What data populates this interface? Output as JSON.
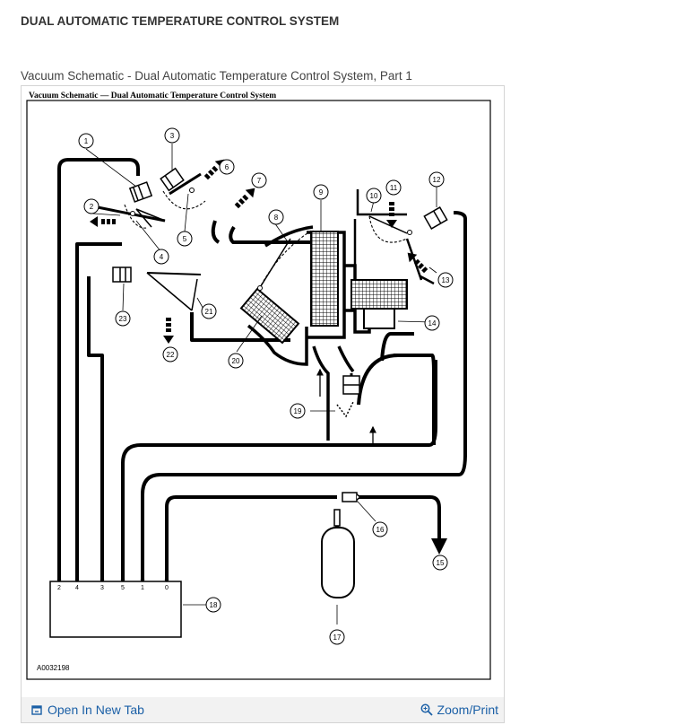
{
  "page": {
    "title": "DUAL AUTOMATIC TEMPERATURE CONTROL SYSTEM"
  },
  "figure": {
    "caption": "Vacuum Schematic - Dual Automatic Temperature Control System, Part 1",
    "inner_title": "Vacuum Schematic — Dual Automatic Temperature Control System",
    "ref_code": "A0032198",
    "callouts": [
      "1",
      "2",
      "3",
      "4",
      "5",
      "6",
      "7",
      "8",
      "9",
      "10",
      "11",
      "12",
      "13",
      "14",
      "15",
      "16",
      "17",
      "18",
      "19",
      "20",
      "21",
      "22",
      "23"
    ],
    "port_labels": [
      "2",
      "4",
      "3",
      "5",
      "1",
      "0"
    ]
  },
  "actions": {
    "open_new_tab": "Open In New Tab",
    "zoom_print": "Zoom/Print"
  },
  "icons": {
    "open_new_tab": "open-in-new-tab-icon",
    "zoom_print": "zoom-icon"
  },
  "colors": {
    "link": "#1a5fa6",
    "title": "#333333",
    "toolbar": "#f2f2f2"
  }
}
